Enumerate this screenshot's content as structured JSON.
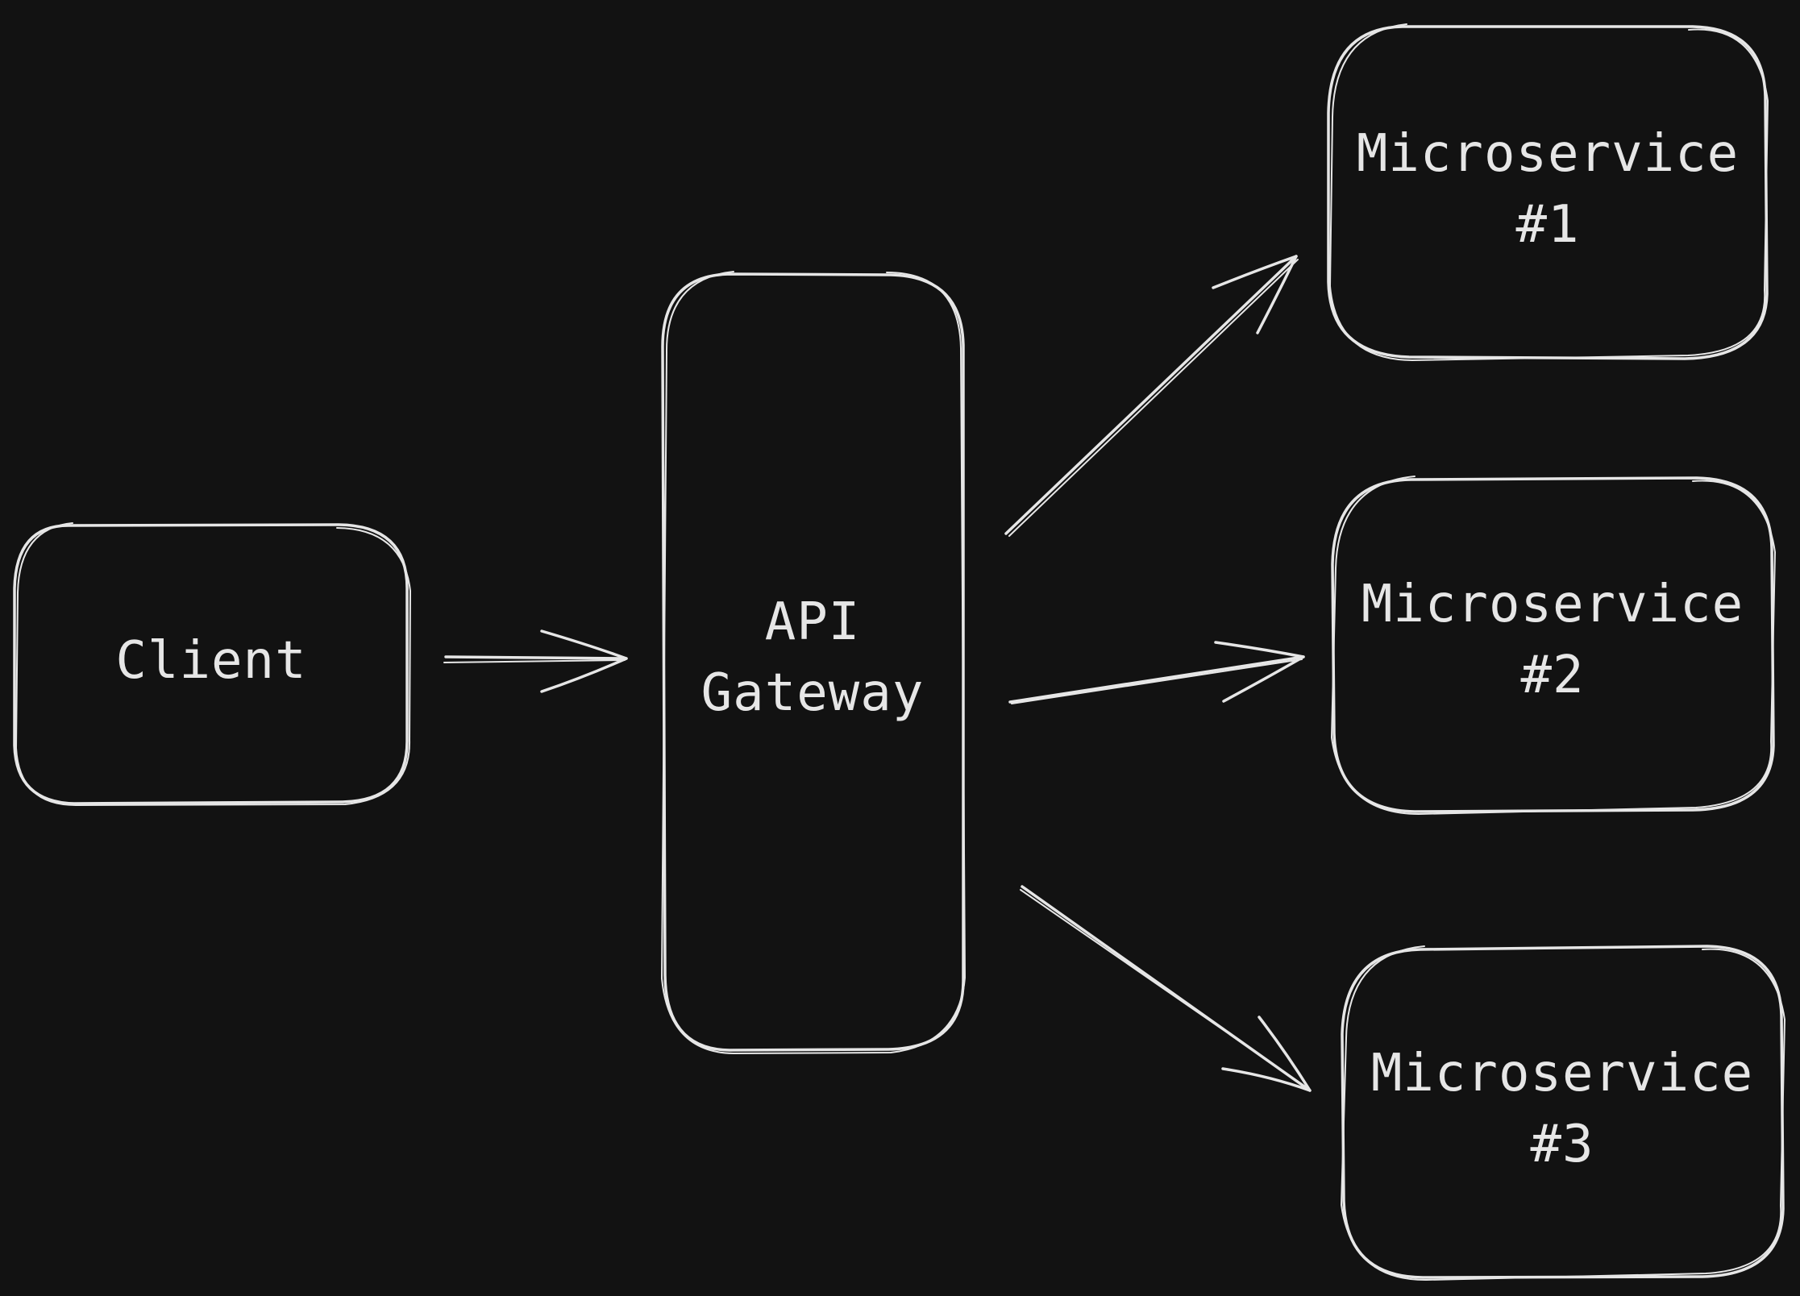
{
  "diagram": {
    "background": "#121212",
    "stroke": "#e6e6e6",
    "nodes": {
      "client": {
        "lines": [
          "Client"
        ]
      },
      "gateway": {
        "lines": [
          "API",
          "Gateway"
        ]
      },
      "service1": {
        "lines": [
          "Microservice",
          "#1"
        ]
      },
      "service2": {
        "lines": [
          "Microservice",
          "#2"
        ]
      },
      "service3": {
        "lines": [
          "Microservice",
          "#3"
        ]
      }
    },
    "edges": [
      {
        "from": "client",
        "to": "gateway"
      },
      {
        "from": "gateway",
        "to": "service1"
      },
      {
        "from": "gateway",
        "to": "service2"
      },
      {
        "from": "gateway",
        "to": "service3"
      }
    ]
  }
}
